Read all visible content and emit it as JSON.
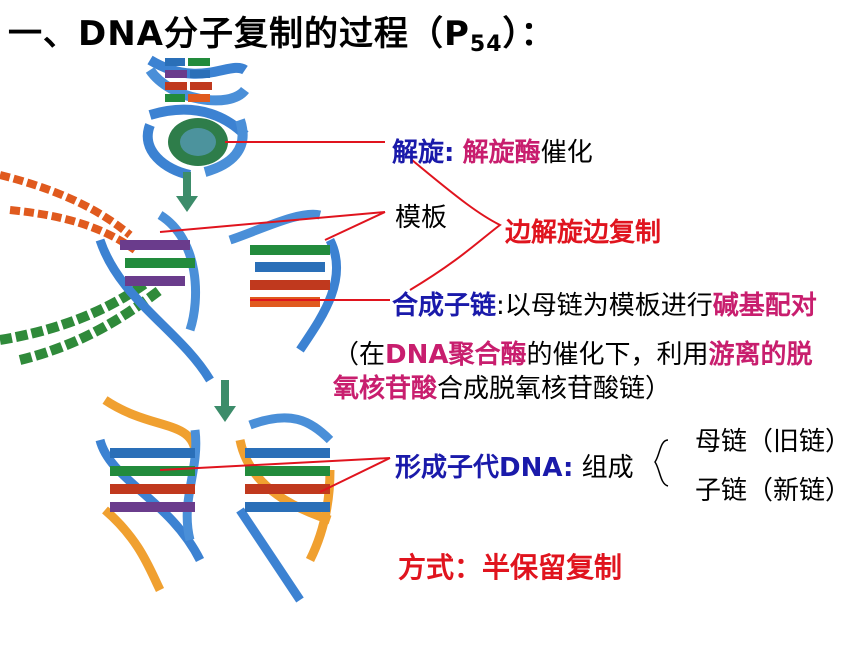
{
  "title": {
    "main": "一、DNA分子复制的过程（P",
    "sub": "54",
    "tail": "）："
  },
  "unwind": {
    "label": "解旋:",
    "enzyme": "解旋酶",
    "suffix": "催化"
  },
  "template": {
    "label": "模板"
  },
  "side_note": "边解旋边复制",
  "synthesis": {
    "label": "合成子链",
    "colon": ":",
    "text": "以母链为模板进行",
    "highlight": "碱基配对"
  },
  "condition": {
    "open": "（在",
    "enzyme": "DNA聚合酶",
    "mid": "的催化下，利用",
    "substrate1": "游离的脱",
    "substrate2": "氧核苷酸",
    "end": "合成脱氧核苷酸链）"
  },
  "daughter": {
    "label": "形成子代DNA:",
    "compose": "组成",
    "parent": "母链（旧链）",
    "child": "子链（新链）"
  },
  "mode": "方式：半保留复制",
  "colors": {
    "heading_blue": "#1a1aaa",
    "enzyme_pink": "#c81e6e",
    "key_red": "#e0141e",
    "helix_blue": "#3c82d2",
    "helix_orange": "#f0a030",
    "arrow_green": "#3c8c6a"
  }
}
